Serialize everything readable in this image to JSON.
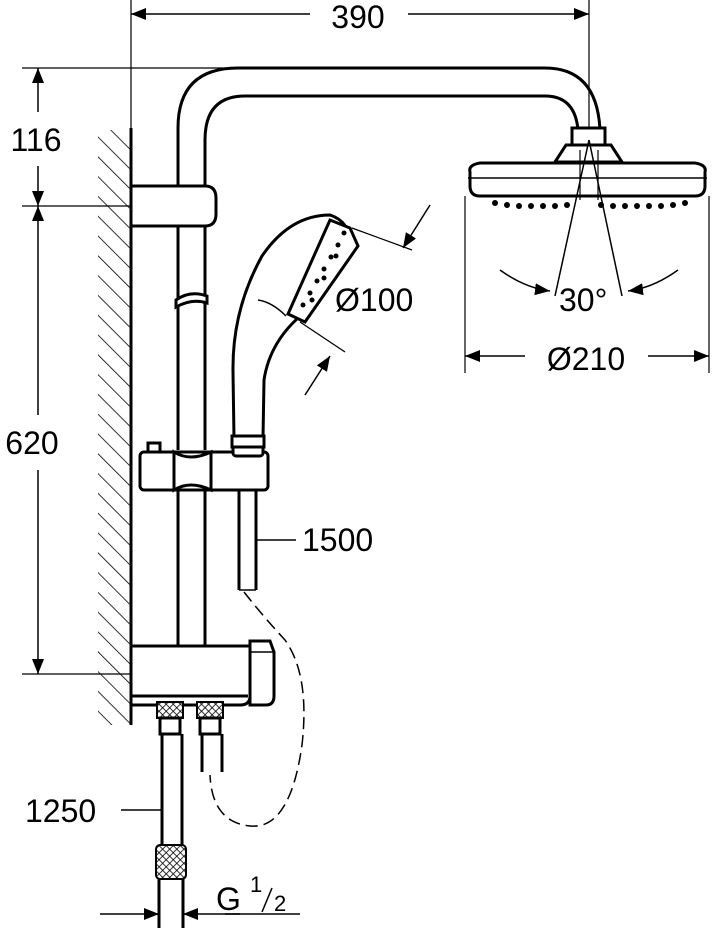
{
  "dimensions": {
    "width_top": "390",
    "arm_drop": "116",
    "rail_height": "620",
    "hand_shower_diameter": "Ø100",
    "head_shower_diameter": "Ø210",
    "head_tilt_angle": "30°",
    "hose_length": "1500",
    "supply_hose_length": "1250",
    "thread": "G",
    "thread_fraction_num": "1",
    "thread_fraction_den": "2"
  }
}
